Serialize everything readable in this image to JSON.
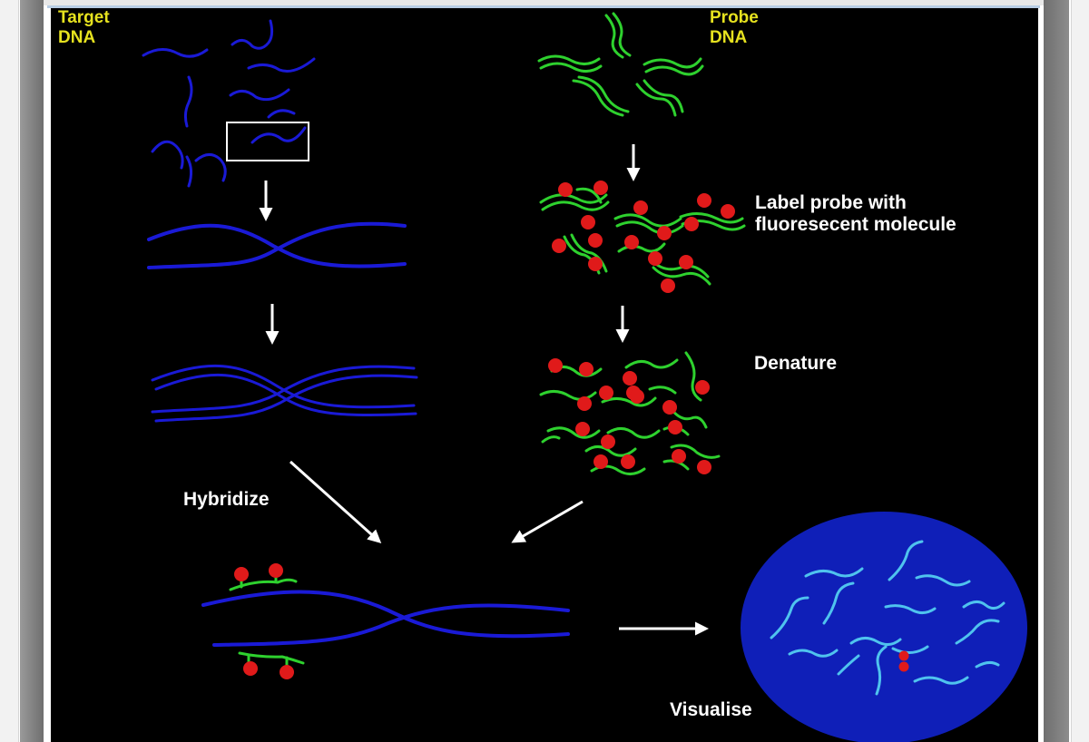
{
  "diagram": {
    "target_label_line1": "Target",
    "target_label_line2": "DNA",
    "probe_label_line1": "Probe",
    "probe_label_line2": "DNA",
    "label_step_line1": "Label probe with",
    "label_step_line2": "fluoresecent molecule",
    "denature_label": "Denature",
    "hybridize_label": "Hybridize",
    "visualise_label": "Visualise"
  },
  "colors": {
    "background": "#000000",
    "target_dna": "#1a1ad6",
    "probe_dna": "#2ed12e",
    "fluorescent_label": "#e01a1a",
    "nucleus": "#0f1fb8",
    "nucleus_chromosome": "#4fc3ee",
    "label_text_yellow": "#e6e21f",
    "label_text_white": "#ffffff",
    "arrow": "#ffffff"
  }
}
